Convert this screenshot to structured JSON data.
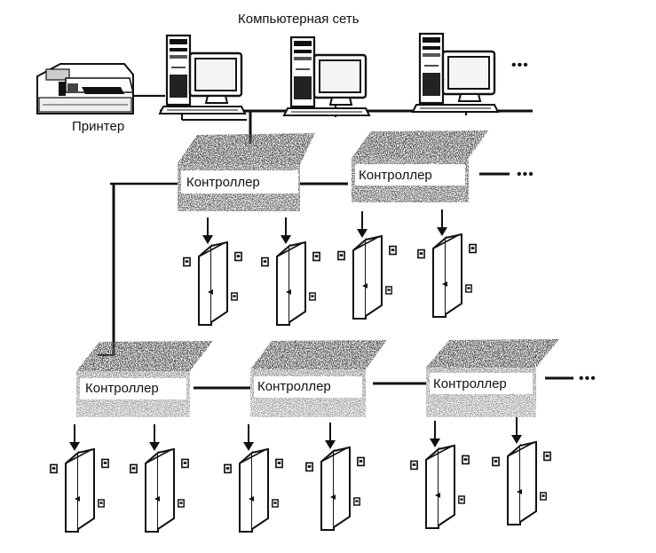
{
  "title": "Компьютерная сеть",
  "printer_label": "Принтер",
  "controller_label": "Контроллер",
  "ellipsis": "•••",
  "workstations_count": 3,
  "colors": {
    "ink": "#111111",
    "paper": "#ffffff",
    "screen": "#f4f4f4",
    "noise": "#2a2a2a"
  },
  "icons": [
    "printer-icon",
    "workstation-icon",
    "controller-block",
    "door-icon",
    "reader-icon",
    "arrow-down-icon"
  ]
}
